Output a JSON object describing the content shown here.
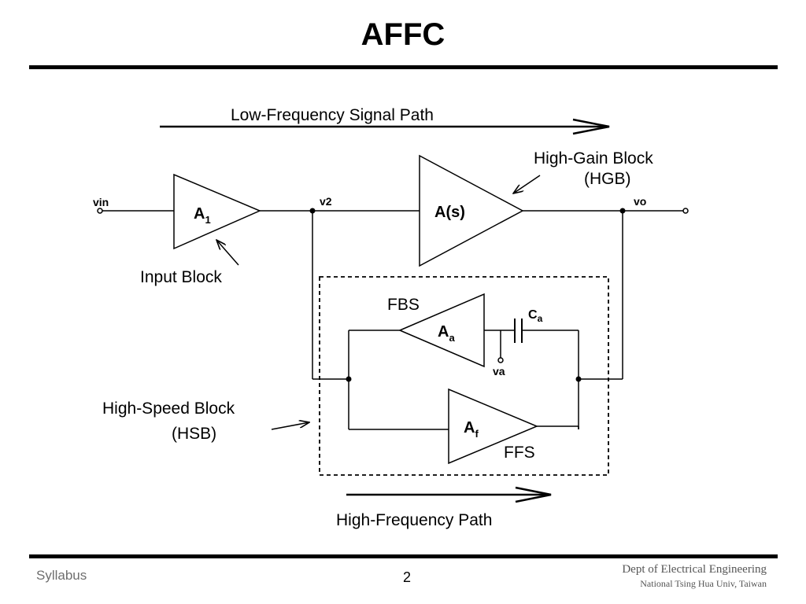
{
  "slide": {
    "title": "AFFC"
  },
  "diagram": {
    "top_arrow_label": "Low-Frequency Signal Path",
    "bottom_arrow_label": "High-Frequency Path",
    "nodes": {
      "vin": "vin",
      "v2": "v2",
      "vo": "vo",
      "va": "va"
    },
    "amplifiers": {
      "a1_main": "A",
      "a1_sub": "1",
      "as": "A(s)",
      "aa_main": "A",
      "aa_sub": "a",
      "af_main": "A",
      "af_sub": "f"
    },
    "capacitor": {
      "main": "C",
      "sub": "a"
    },
    "labels": {
      "input_block": "Input Block",
      "hgb_line1": "High-Gain Block",
      "hgb_line2": "(HGB)",
      "hsb_line1": "High-Speed Block",
      "hsb_line2": "(HSB)",
      "fbs": "FBS",
      "ffs": "FFS"
    }
  },
  "footer": {
    "left": "Syllabus",
    "page_number": "2",
    "dept": "Dept of Electrical Engineering",
    "univ": "National Tsing Hua Univ, Taiwan"
  }
}
